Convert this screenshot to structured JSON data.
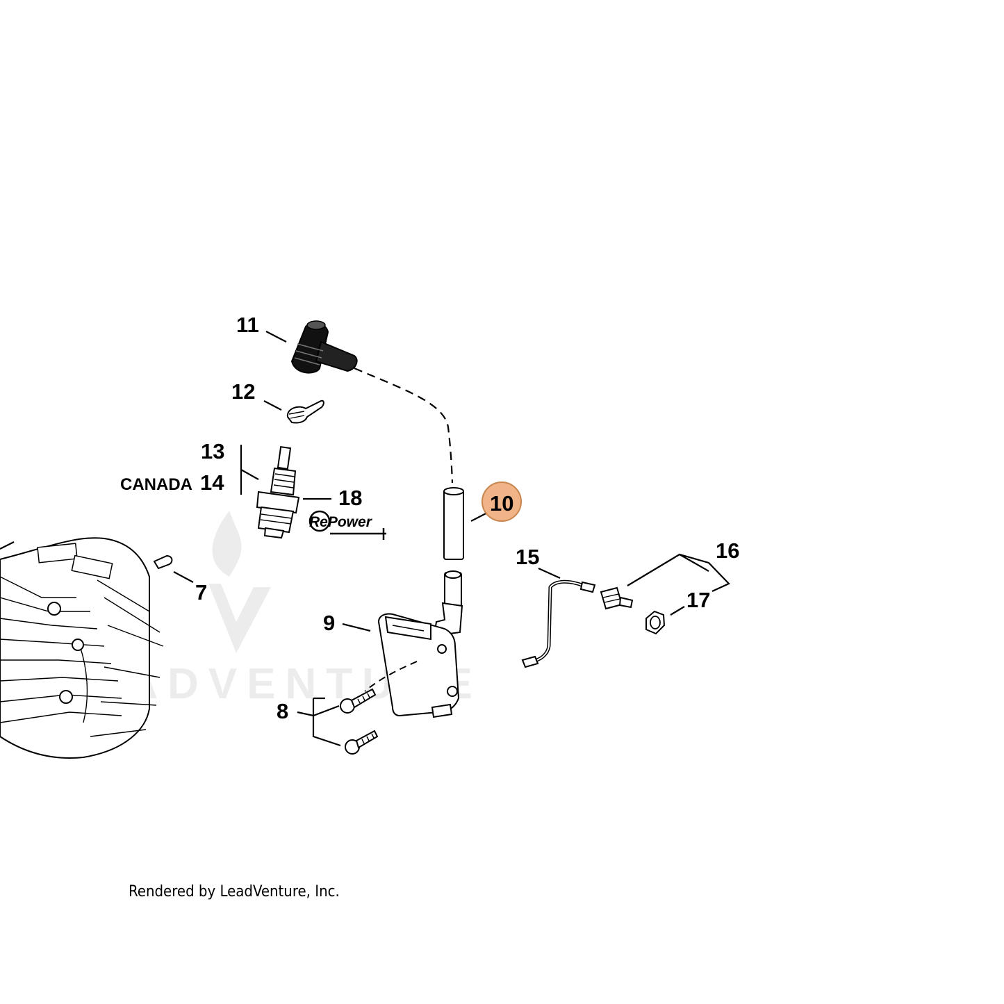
{
  "callouts": {
    "c7": "7",
    "c8": "8",
    "c9": "9",
    "c10": "10",
    "c11": "11",
    "c12": "12",
    "c13": "13",
    "c14": "14",
    "c15": "15",
    "c16": "16",
    "c17": "17",
    "c18": "18"
  },
  "region_label": "CANADA",
  "repower_logo": "RePower",
  "watermark": "LEADVENTURE",
  "credit": "Rendered by LeadVenture, Inc.",
  "colors": {
    "highlight_fill": "#f0b488",
    "highlight_stroke": "#c8864e",
    "watermark": "#ececec"
  }
}
